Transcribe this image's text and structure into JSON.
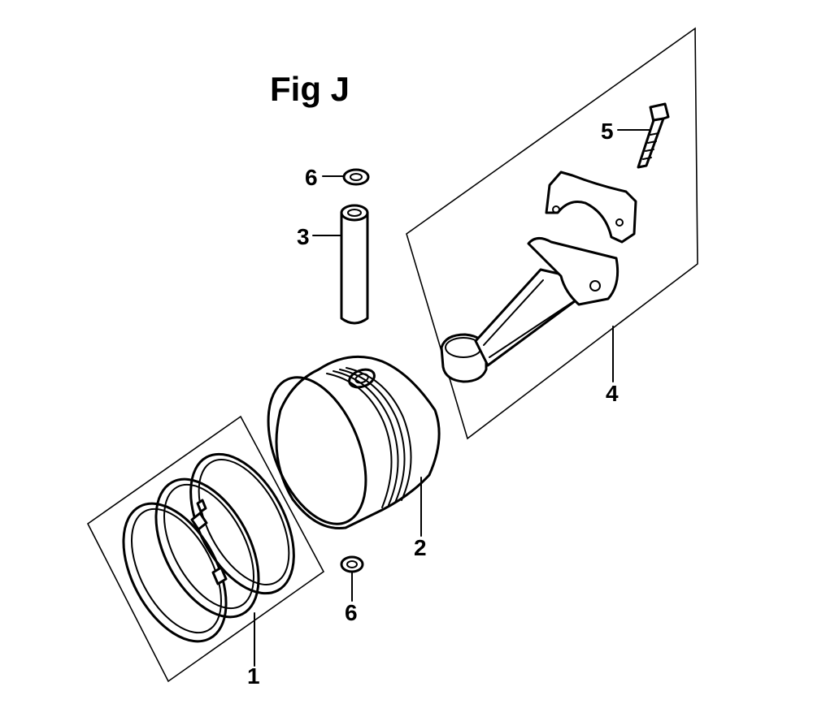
{
  "figure": {
    "title": "Fig J"
  },
  "callouts": [
    {
      "id": "rings",
      "number": "1"
    },
    {
      "id": "piston",
      "number": "2"
    },
    {
      "id": "piston-pin",
      "number": "3"
    },
    {
      "id": "connecting-rod",
      "number": "4"
    },
    {
      "id": "rod-bolt",
      "number": "5"
    },
    {
      "id": "pin-clip-top",
      "number": "6"
    },
    {
      "id": "pin-clip-bottom",
      "number": "6"
    }
  ],
  "colors": {
    "ink": "#000000",
    "paper": "#ffffff"
  }
}
